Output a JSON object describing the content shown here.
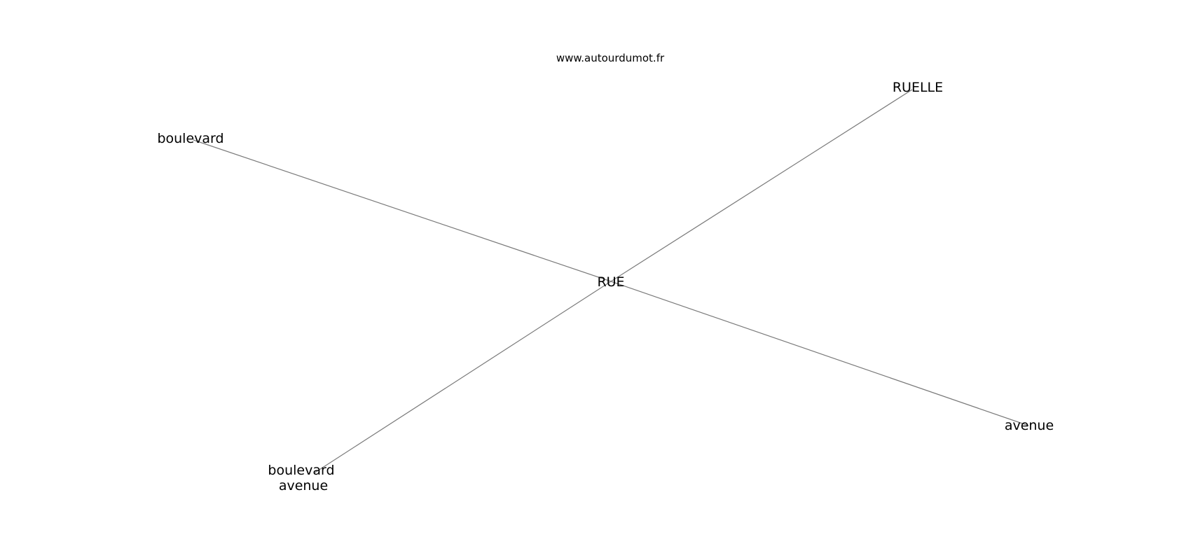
{
  "source": "www.autourdumot.fr",
  "graph": {
    "center": {
      "id": "rue",
      "label": "RUE"
    },
    "nodes": [
      {
        "id": "ruelle",
        "lines": [
          "RUELLE"
        ]
      },
      {
        "id": "boulevard",
        "lines": [
          "boulevard"
        ]
      },
      {
        "id": "avenue",
        "lines": [
          "avenue"
        ]
      },
      {
        "id": "boulevard-avenue",
        "lines": [
          "boulevard",
          "avenue"
        ]
      }
    ],
    "edges": [
      {
        "from": "rue",
        "to": "ruelle"
      },
      {
        "from": "rue",
        "to": "boulevard"
      },
      {
        "from": "rue",
        "to": "avenue"
      },
      {
        "from": "rue",
        "to": "boulevard-avenue"
      }
    ],
    "colors": {
      "edge": "#7a7a7a",
      "text": "#000000",
      "background": "#ffffff"
    }
  }
}
